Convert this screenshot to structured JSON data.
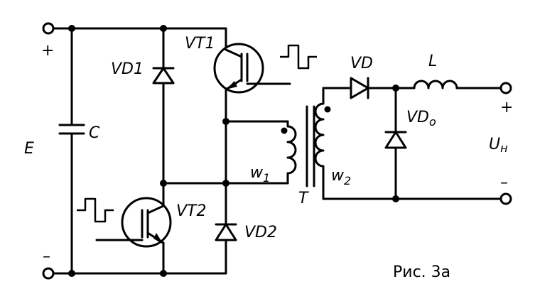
{
  "labels": {
    "vt1": "VT1",
    "vt2": "VT2",
    "vd1": "VD1",
    "vd2": "VD2",
    "vd": "VD",
    "vdo_main": "VD",
    "vdo_sub": "o",
    "l": "L",
    "c": "C",
    "e": "E",
    "w1_main": "w",
    "w1_sub": "1",
    "w2_main": "w",
    "w2_sub": "2",
    "t": "T",
    "un_main": "U",
    "un_sub": "н",
    "plus_in": "+",
    "minus_in": "–",
    "plus_out": "+",
    "minus_out": "–"
  },
  "caption": "Рис. 3а"
}
